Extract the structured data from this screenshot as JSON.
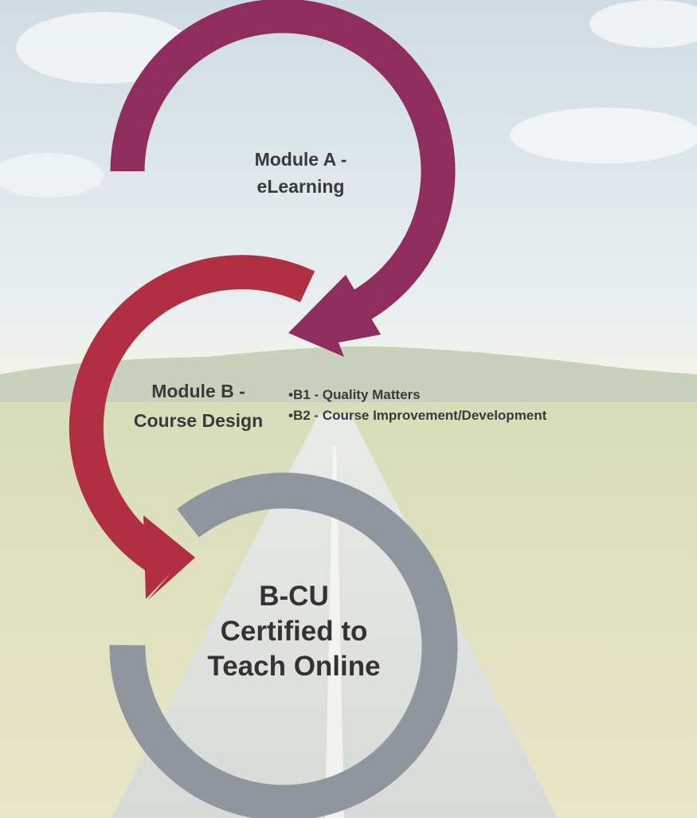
{
  "diagram": {
    "module_a": {
      "line1": "Module A -",
      "line2": "eLearning",
      "color": "#8e2d5e"
    },
    "module_b": {
      "line1": "Module B -",
      "line2": "Course Design",
      "color": "#b02f43",
      "sub_items": [
        "B1 - Quality Matters",
        "B2 - Course Improvement/Development"
      ]
    },
    "certification": {
      "line1": "B-CU",
      "line2": "Certified to",
      "line3": "Teach Online",
      "color": "#8f969d"
    }
  }
}
